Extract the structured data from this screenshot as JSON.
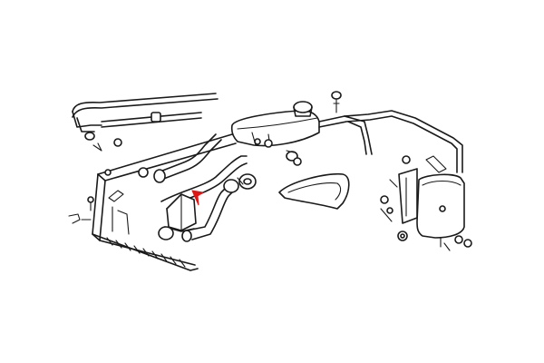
{
  "diagram": {
    "background": "#ffffff",
    "line_color": "#1a1a1a",
    "indicator_color": "#e01515",
    "parts": [
      "cooling-hose-long",
      "hose-clamp",
      "expansion-tank",
      "tank-cap",
      "radiator",
      "radiator-upper-hose",
      "radiator-lower-hose",
      "heat-shield",
      "washer-reservoir",
      "mounting-bracket",
      "bolts-and-nuts"
    ]
  }
}
